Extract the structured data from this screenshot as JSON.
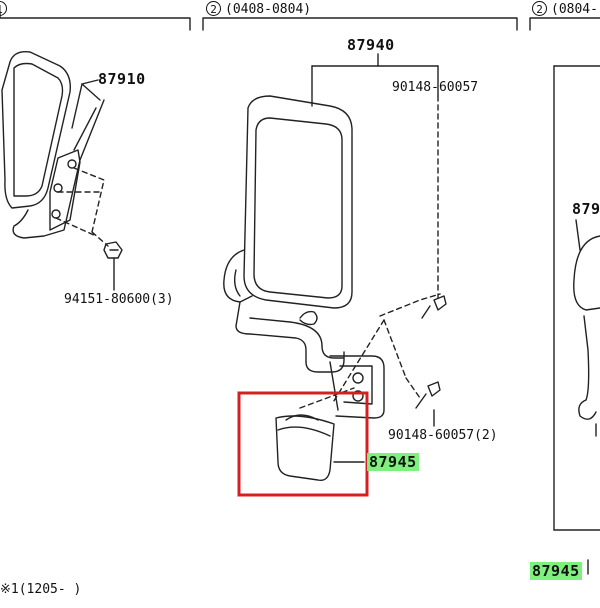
{
  "sections": {
    "s1_num": "1",
    "s2_num": "2",
    "s2_range": "(0408-0804)",
    "s3_num": "2",
    "s3_range": "(0804-"
  },
  "parts": {
    "p87910": "87910",
    "p87940": "87940",
    "p90148a": "90148-60057",
    "p94151": "94151-80600(3)",
    "p90148b": "90148-60057(2)",
    "p87945": "87945",
    "p87945b": "87945",
    "p879_right": "879"
  },
  "footnote": "※1(1205-    )",
  "highlight_color": "#7df07d",
  "callout_box_color": "#d42020"
}
